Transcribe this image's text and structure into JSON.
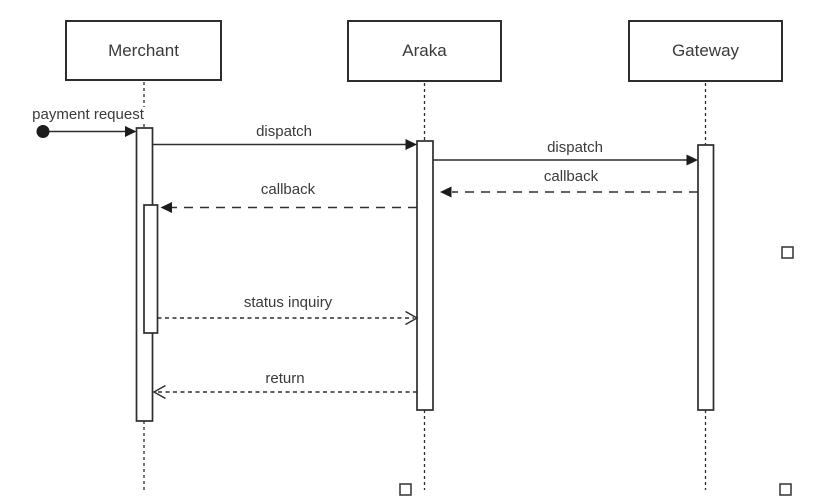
{
  "canvas": {
    "background": "#ffffff",
    "line_color": "#2d2d2d",
    "text_color": "#3a3a3a",
    "shape_fill": "#ffffff"
  },
  "diagram": {
    "type": "uml-sequence",
    "actors": [
      {
        "name": "Merchant"
      },
      {
        "name": "Araka"
      },
      {
        "name": "Gateway"
      }
    ],
    "messages": [
      {
        "label": "payment request",
        "from": "found-message",
        "to": "Merchant",
        "line": "solid",
        "arrowhead": "filled"
      },
      {
        "label": "dispatch",
        "from": "Merchant",
        "to": "Araka",
        "line": "solid",
        "arrowhead": "filled"
      },
      {
        "label": "dispatch",
        "from": "Araka",
        "to": "Gateway",
        "line": "solid",
        "arrowhead": "filled"
      },
      {
        "label": "callback",
        "from": "Gateway",
        "to": "Araka",
        "line": "dashed",
        "arrowhead": "filled"
      },
      {
        "label": "callback",
        "from": "Araka",
        "to": "Merchant",
        "line": "dashed",
        "arrowhead": "filled"
      },
      {
        "label": "status inquiry",
        "from": "Merchant",
        "to": "Araka",
        "line": "dashed",
        "arrowhead": "open"
      },
      {
        "label": "return",
        "from": "Araka",
        "to": "Merchant",
        "line": "dashed",
        "arrowhead": "open"
      }
    ]
  }
}
